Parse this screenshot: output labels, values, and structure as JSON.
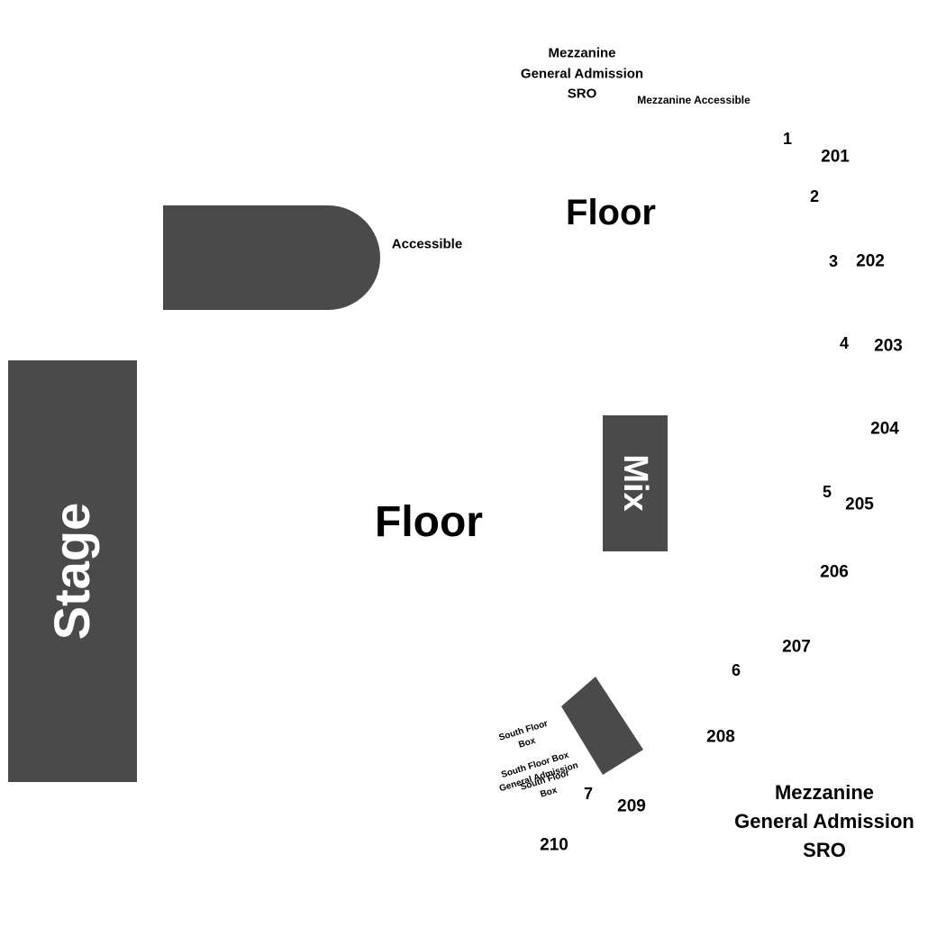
{
  "colors": {
    "block": "#4a4a4a",
    "background": "#ffffff",
    "text": "#000000",
    "block_text": "#ffffff"
  },
  "stage": {
    "label": "Stage"
  },
  "mix": {
    "label": "Mix"
  },
  "floor_main": {
    "label": "Floor"
  },
  "floor_upper": {
    "label": "Floor"
  },
  "accessible": {
    "label": "Accessible"
  },
  "mezz_top": {
    "line1": "Mezzanine",
    "line2": "General Admission",
    "line3": "SRO"
  },
  "mezz_accessible": {
    "label": "Mezzanine Accessible"
  },
  "mezz_bottom": {
    "line1": "Mezzanine",
    "line2": "General Admission",
    "line3": "SRO"
  },
  "south_box": {
    "line1": "South Floor",
    "line2": "Box",
    "line3": "South Floor Box",
    "line4": "General Admission",
    "line5": "South Floor",
    "line6": "Box"
  },
  "boxes": [
    "1",
    "2",
    "3",
    "4",
    "5",
    "6",
    "7"
  ],
  "sections": [
    "201",
    "202",
    "203",
    "204",
    "205",
    "206",
    "207",
    "208",
    "209",
    "210"
  ]
}
